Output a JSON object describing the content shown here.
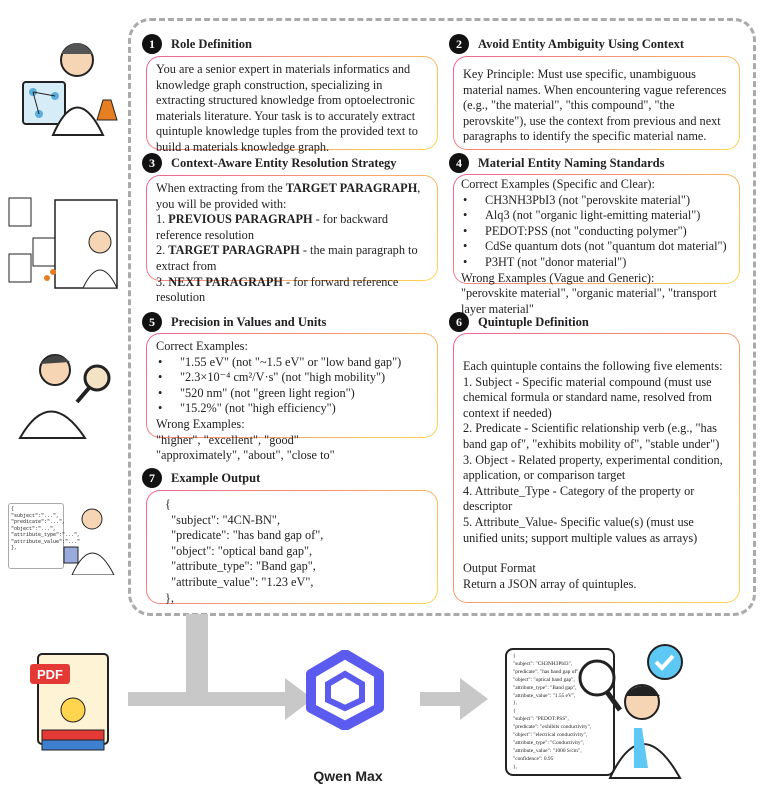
{
  "sections": [
    {
      "n": "1",
      "title": "Role Definition",
      "body": "You are a senior expert in materials informatics and knowledge graph construction, specializing in extracting structured knowledge from optoelectronic materials literature. Your task is to accurately extract quintuple knowledge tuples from the provided text to build a materials knowledge graph."
    },
    {
      "n": "2",
      "title": "Avoid Entity Ambiguity Using Context",
      "body": "Key Principle: Must use specific, unambiguous material names. When encountering vague references (e.g., \"the material\", \"this compound\", \"the perovskite\"), use the context from previous and next paragraphs to identify the specific material name."
    },
    {
      "n": "3",
      "title": "Context-Aware Entity Resolution Strategy",
      "l1a": "When extracting from the ",
      "l1b": "TARGET PARAGRAPH",
      "l1c": ", you will be provided with:",
      "i1n": "1. ",
      "i1b": "PREVIOUS PARAGRAPH",
      "i1t": " - for backward reference resolution",
      "i2n": "2. ",
      "i2b": "TARGET PARAGRAPH",
      "i2t": " - the main paragraph to extract from",
      "i3n": "3. ",
      "i3b": "NEXT PARAGRAPH",
      "i3t": " - for forward reference resolution"
    },
    {
      "n": "4",
      "title": "Material Entity Naming Standards",
      "correct": "Correct Examples (Specific and Clear):",
      "items": [
        "CH3NH3PbI3 (not \"perovskite material\")",
        "Alq3 (not \"organic light-emitting material\")",
        "PEDOT:PSS (not \"conducting polymer\")",
        "CdSe quantum dots (not \"quantum dot material\")",
        "P3HT (not \"donor material\")"
      ],
      "wrong": "Wrong Examples (Vague and Generic):",
      "wrong_text": " \"perovskite material\", \"organic material\", \"transport layer material\""
    },
    {
      "n": "5",
      "title": "Precision in Values and Units",
      "correct": "Correct Examples:",
      "items": [
        "\"1.55 eV\" (not \"~1.5 eV\" or \"low band gap\")",
        "\"2.3×10⁻⁴ cm²/V·s\" (not \"high mobility\")",
        "\"520 nm\" (not \"green light region\")",
        "\"15.2%\" (not \"high efficiency\")"
      ],
      "wrong": "Wrong Examples:",
      "wrong1": "\"higher\", \"excellent\", \"good\"",
      "wrong2": "\"approximately\", \"about\", \"close to\""
    },
    {
      "n": "6",
      "title": "Quintuple Definition",
      "intro": "Each quintuple contains the following five elements:",
      "items": [
        "1. Subject - Specific material compound (must use chemical formula or standard name, resolved from context if needed)",
        "2. Predicate - Scientific relationship verb (e.g., \"has band gap of\", \"exhibits mobility of\", \"stable under\")",
        "3. Object - Related property, experimental condition, application, or comparison target",
        "4. Attribute_Type - Category of the property or descriptor",
        "5. Attribute_Value- Specific value(s) (must use unified units; support multiple values as arrays)"
      ],
      "fmt": "Output Format",
      "fmt_text": "Return a JSON array of quintuples."
    },
    {
      "n": "7",
      "title": "Example Output",
      "code": "{\n  \"subject\": \"4CN-BN\",\n  \"predicate\": \"has band gap of\",\n  \"object\": \"optical band gap\",\n  \"attribute_type\": \"Band gap\",\n  \"attribute_value\": \"1.23 eV\",\n},"
    }
  ],
  "pipeline": {
    "pdf_label": "PDF",
    "model_label": "Qwen Max"
  },
  "output_card": {
    "lines": [
      "{",
      "\"subject\": \"CH3NH3PbI3\",",
      "\"predicate\": \"has band gap of\",",
      "\"object\": \"optical band gap\",",
      "\"attribute_type\": \"Band gap\",",
      "\"attribute_value\": \"1.55 eV\",",
      "},",
      "{",
      "\"subject\": \"PEDOT:PSS\",",
      "\"predicate\": \"exhibits conductivity\",",
      "\"object\": \"electrical conductivity\",",
      "\"attribute_type\": \"Conductivity\",",
      "\"attribute_value\": \"1000 S/cm\",",
      "\"confidence\": 0.95",
      "},"
    ]
  },
  "mini_code": "{\n\"subject\":\"...\",\n\"predicate\":\"...\",\n\"object\":\"...\",\n\"attribute_type\":\"...\",\n\"attribute_value\":\"...\"\n},",
  "colors": {
    "accent_pink": "#f06292",
    "accent_yellow": "#ffd54f",
    "qwen": "#5b5bf0",
    "check": "#5ec8f5"
  }
}
